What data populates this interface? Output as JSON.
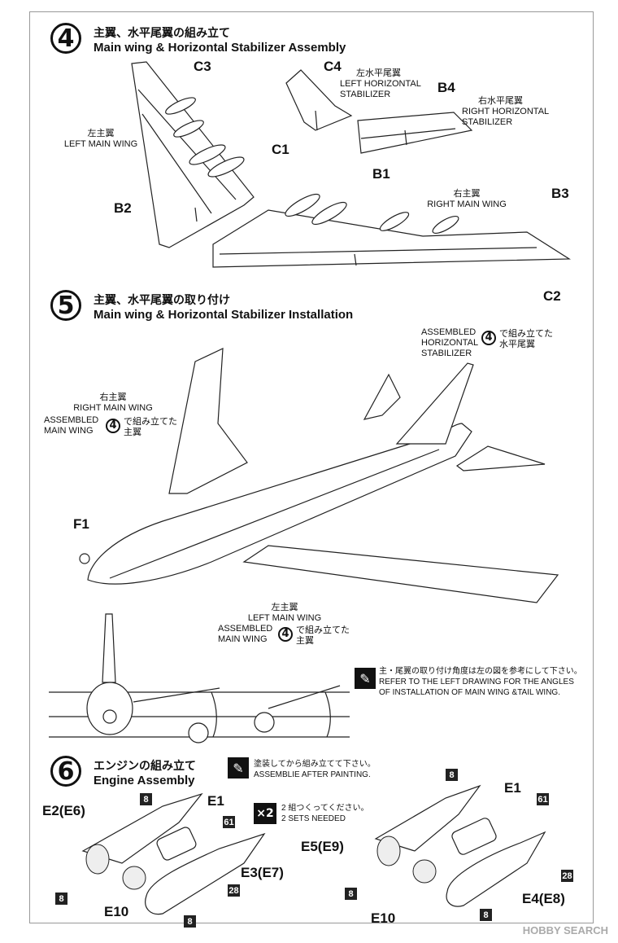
{
  "step4": {
    "number": "4",
    "title_jp": "主翼、水平尾翼の組み立て",
    "title_en": "Main wing & Horizontal Stabilizer Assembly",
    "parts": {
      "c3": "C3",
      "c4": "C4",
      "c1": "C1",
      "b4": "B4",
      "b1": "B1",
      "b2": "B2",
      "b3": "B3",
      "c2": "C2"
    },
    "left_wing_jp": "左主翼",
    "left_wing_en": "LEFT MAIN WING",
    "left_stab_jp": "左水平尾翼",
    "left_stab_en": "LEFT HORIZONTAL",
    "left_stab_en2": "STABILIZER",
    "right_stab_jp": "右水平尾翼",
    "right_stab_en": "RIGHT  HORIZONTAL",
    "right_stab_en2": "STABILIZER",
    "right_wing_jp": "右主翼",
    "right_wing_en": "RIGHT MAIN WING"
  },
  "step5": {
    "number": "5",
    "title_jp": "主翼、水平尾翼の取り付け",
    "title_en": "Main wing & Horizontal Stabilizer Installation",
    "stab_en1": "ASSEMBLED",
    "stab_en2": "HORIZONTAL",
    "stab_en3": "STABILIZER",
    "stab_ref": "4",
    "stab_jp1": "で組み立てた",
    "stab_jp2": "水平尾翼",
    "rw_jp": "右主翼",
    "rw_en": "RIGHT MAIN WING",
    "rw_en2": "ASSEMBLED",
    "rw_en3": "MAIN WING",
    "rw_ref": "4",
    "rw_jp2": "で組み立てた",
    "rw_jp3": "主翼",
    "f1": "F1",
    "lw_jp": "左主翼",
    "lw_en": "LEFT MAIN WING",
    "lw_en2": "ASSEMBLED",
    "lw_en3": "MAIN WING",
    "lw_ref": "4",
    "lw_jp2": "で組み立てた",
    "lw_jp3": "主翼",
    "note_jp": "主・尾翼の取り付け角度は左の図を参考にして下さい。",
    "note_en1": "REFER TO THE LEFT DRAWING FOR THE ANGLES",
    "note_en2": "OF INSTALLATION OF MAIN WING &TAIL WING."
  },
  "step6": {
    "number": "6",
    "title_jp": "エンジンの組み立て",
    "title_en": "Engine Assembly",
    "paint_jp": "塗装してから組み立てて下さい。",
    "paint_en": "ASSEMBLIE AFTER PAINTING.",
    "multiplier": "×2",
    "sets_jp": "2 組つくってください。",
    "sets_en": "2  SETS  NEEDED",
    "left_parts": {
      "e2": "E2(E6)",
      "e1": "E1",
      "e3": "E3(E7)",
      "e10": "E10"
    },
    "right_parts": {
      "e5": "E5(E9)",
      "e1": "E1",
      "e4": "E4(E8)",
      "e10": "E10"
    },
    "color_codes": {
      "c8": "8",
      "c61": "61",
      "c28": "28"
    }
  },
  "watermark": "HOBBY SEARCH"
}
